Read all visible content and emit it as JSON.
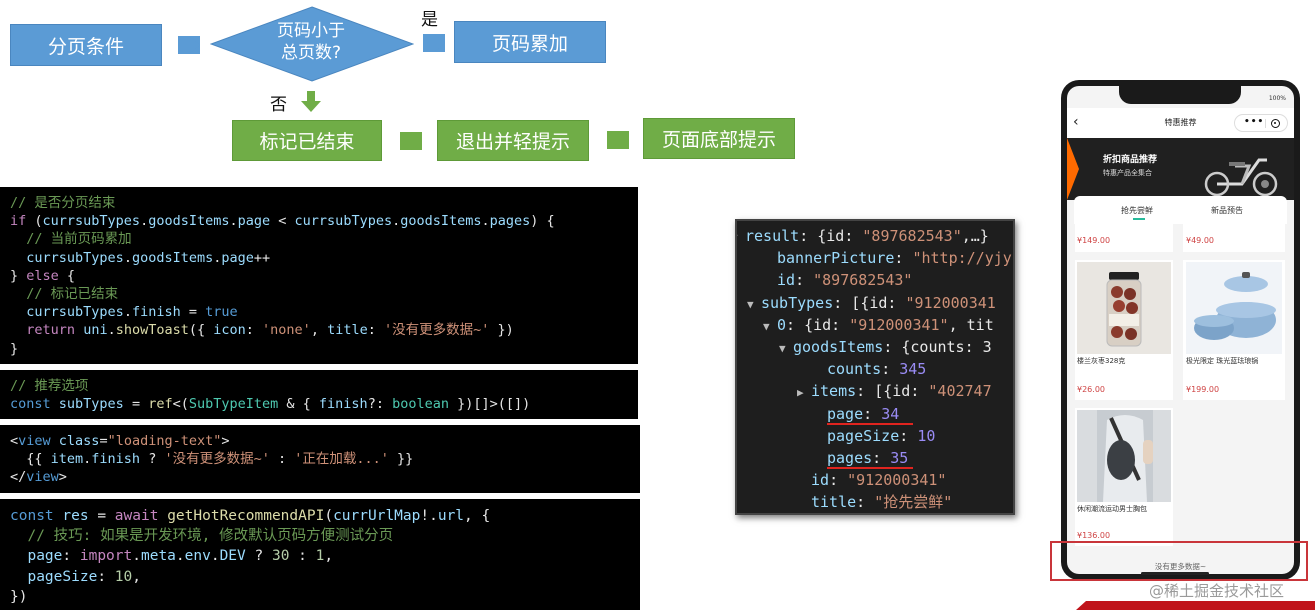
{
  "flowchart": {
    "start": "分页条件",
    "decision_line1": "页码小于",
    "decision_line2": "总页数?",
    "yes_label": "是",
    "no_label": "否",
    "increment": "页码累加",
    "mark_finished": "标记已结束",
    "exit_hint": "退出并轻提示",
    "bottom_hint": "页面底部提示",
    "colors": {
      "blue": "#5b9bd5",
      "green": "#70ad47"
    }
  },
  "code_blocks": [
    {
      "name": "pagination-logic",
      "lines": [
        [
          [
            "c-com",
            "// 是否分页结束"
          ]
        ],
        [
          [
            "c-kw",
            "if"
          ],
          [
            "c-plain",
            " ("
          ],
          [
            "c-var",
            "currsubTypes"
          ],
          [
            "c-plain",
            "."
          ],
          [
            "c-var",
            "goodsItems"
          ],
          [
            "c-plain",
            "."
          ],
          [
            "c-var",
            "page"
          ],
          [
            "c-plain",
            " < "
          ],
          [
            "c-var",
            "currsubTypes"
          ],
          [
            "c-plain",
            "."
          ],
          [
            "c-var",
            "goodsItems"
          ],
          [
            "c-plain",
            "."
          ],
          [
            "c-var",
            "pages"
          ],
          [
            "c-plain",
            ") {"
          ]
        ],
        [
          [
            "c-plain",
            "  "
          ],
          [
            "c-com",
            "// 当前页码累加"
          ]
        ],
        [
          [
            "c-plain",
            "  "
          ],
          [
            "c-var",
            "currsubTypes"
          ],
          [
            "c-plain",
            "."
          ],
          [
            "c-var",
            "goodsItems"
          ],
          [
            "c-plain",
            "."
          ],
          [
            "c-var",
            "page"
          ],
          [
            "c-plain",
            "++"
          ]
        ],
        [
          [
            "c-plain",
            "} "
          ],
          [
            "c-kw",
            "else"
          ],
          [
            "c-plain",
            " {"
          ]
        ],
        [
          [
            "c-plain",
            "  "
          ],
          [
            "c-com",
            "// 标记已结束"
          ]
        ],
        [
          [
            "c-plain",
            "  "
          ],
          [
            "c-var",
            "currsubTypes"
          ],
          [
            "c-plain",
            "."
          ],
          [
            "c-var",
            "finish"
          ],
          [
            "c-plain",
            " = "
          ],
          [
            "c-key",
            "true"
          ]
        ],
        [
          [
            "c-plain",
            "  "
          ],
          [
            "c-kw",
            "return"
          ],
          [
            "c-plain",
            " "
          ],
          [
            "c-var",
            "uni"
          ],
          [
            "c-plain",
            "."
          ],
          [
            "c-fn",
            "showToast"
          ],
          [
            "c-plain",
            "({ "
          ],
          [
            "c-var",
            "icon"
          ],
          [
            "c-plain",
            ": "
          ],
          [
            "c-str",
            "'none'"
          ],
          [
            "c-plain",
            ", "
          ],
          [
            "c-var",
            "title"
          ],
          [
            "c-plain",
            ": "
          ],
          [
            "c-str",
            "'没有更多数据~'"
          ],
          [
            "c-plain",
            " })"
          ]
        ],
        [
          [
            "c-plain",
            "}"
          ]
        ]
      ]
    },
    {
      "name": "subtypes-ref",
      "lines": [
        [
          [
            "c-com",
            "// 推荐选项"
          ]
        ],
        [
          [
            "c-key",
            "const"
          ],
          [
            "c-plain",
            " "
          ],
          [
            "c-var",
            "subTypes"
          ],
          [
            "c-plain",
            " = "
          ],
          [
            "c-fn",
            "ref"
          ],
          [
            "c-plain",
            "<("
          ],
          [
            "c-type",
            "SubTypeItem"
          ],
          [
            "c-plain",
            " & { "
          ],
          [
            "c-var",
            "finish"
          ],
          [
            "c-plain",
            "?: "
          ],
          [
            "c-type",
            "boolean"
          ],
          [
            "c-plain",
            " })[]>([])"
          ]
        ]
      ]
    },
    {
      "name": "loading-text-template",
      "lines": [
        [
          [
            "c-plain",
            "<"
          ],
          [
            "c-tag",
            "view"
          ],
          [
            "c-plain",
            " "
          ],
          [
            "c-attr",
            "class"
          ],
          [
            "c-plain",
            "="
          ],
          [
            "c-str",
            "\"loading-text\""
          ],
          [
            "c-plain",
            ">"
          ]
        ],
        [
          [
            "c-plain",
            "  {{ "
          ],
          [
            "c-var",
            "item"
          ],
          [
            "c-plain",
            "."
          ],
          [
            "c-var",
            "finish"
          ],
          [
            "c-plain",
            " ? "
          ],
          [
            "c-str",
            "'没有更多数据~'"
          ],
          [
            "c-plain",
            " : "
          ],
          [
            "c-str",
            "'正在加载...'"
          ],
          [
            "c-plain",
            " }}"
          ]
        ],
        [
          [
            "c-plain",
            "</"
          ],
          [
            "c-tag",
            "view"
          ],
          [
            "c-plain",
            ">"
          ]
        ]
      ]
    },
    {
      "name": "api-call",
      "lines": [
        [
          [
            "c-key",
            "const"
          ],
          [
            "c-plain",
            " "
          ],
          [
            "c-var",
            "res"
          ],
          [
            "c-plain",
            " = "
          ],
          [
            "c-kw",
            "await"
          ],
          [
            "c-plain",
            " "
          ],
          [
            "c-fn",
            "getHotRecommendAPI"
          ],
          [
            "c-plain",
            "("
          ],
          [
            "c-var",
            "currUrlMap"
          ],
          [
            "c-plain",
            "!."
          ],
          [
            "c-var",
            "url"
          ],
          [
            "c-plain",
            ", {"
          ]
        ],
        [
          [
            "c-plain",
            "  "
          ],
          [
            "c-com",
            "// 技巧: 如果是开发环境, 修改默认页码方便测试分页"
          ]
        ],
        [
          [
            "c-plain",
            "  "
          ],
          [
            "c-var",
            "page"
          ],
          [
            "c-plain",
            ": "
          ],
          [
            "c-kw",
            "import"
          ],
          [
            "c-plain",
            "."
          ],
          [
            "c-var",
            "meta"
          ],
          [
            "c-plain",
            "."
          ],
          [
            "c-var",
            "env"
          ],
          [
            "c-plain",
            "."
          ],
          [
            "c-var",
            "DEV"
          ],
          [
            "c-plain",
            " ? "
          ],
          [
            "c-num",
            "30"
          ],
          [
            "c-plain",
            " : "
          ],
          [
            "c-num",
            "1"
          ],
          [
            "c-plain",
            ","
          ]
        ],
        [
          [
            "c-plain",
            "  "
          ],
          [
            "c-var",
            "pageSize"
          ],
          [
            "c-plain",
            ": "
          ],
          [
            "c-num",
            "10"
          ],
          [
            "c-plain",
            ","
          ]
        ],
        [
          [
            "c-plain",
            "})"
          ]
        ]
      ]
    }
  ],
  "devtools": {
    "lines": [
      {
        "tri": "▼",
        "parts": [
          [
            "dt-key",
            "result"
          ],
          [
            "dt-punc",
            ": {id: "
          ],
          [
            "dt-str",
            "\"897682543\""
          ],
          [
            "dt-punc",
            ",…}"
          ]
        ]
      },
      {
        "tri": "",
        "parts": [
          [
            "dt-key",
            "bannerPicture"
          ],
          [
            "dt-punc",
            ": "
          ],
          [
            "dt-str",
            "\"http://yjy"
          ]
        ]
      },
      {
        "tri": "",
        "parts": [
          [
            "dt-key",
            "id"
          ],
          [
            "dt-punc",
            ": "
          ],
          [
            "dt-str",
            "\"897682543\""
          ]
        ]
      },
      {
        "tri": "▼",
        "parts": [
          [
            "dt-key",
            "subTypes"
          ],
          [
            "dt-punc",
            ": [{id: "
          ],
          [
            "dt-str",
            "\"912000341"
          ]
        ]
      },
      {
        "tri": "▼",
        "parts": [
          [
            "dt-key",
            "0"
          ],
          [
            "dt-punc",
            ": {id: "
          ],
          [
            "dt-str",
            "\"912000341\""
          ],
          [
            "dt-punc",
            ", tit"
          ]
        ]
      },
      {
        "tri": "▼",
        "parts": [
          [
            "dt-key",
            "goodsItems"
          ],
          [
            "dt-punc",
            ": {counts: 3"
          ]
        ]
      },
      {
        "tri": "",
        "parts": [
          [
            "dt-key",
            "counts"
          ],
          [
            "dt-punc",
            ": "
          ],
          [
            "dt-num",
            "345"
          ]
        ]
      },
      {
        "tri": "▶",
        "parts": [
          [
            "dt-key",
            "items"
          ],
          [
            "dt-punc",
            ": [{id: "
          ],
          [
            "dt-str",
            "\"402747"
          ]
        ]
      },
      {
        "tri": "",
        "parts": [
          [
            "dt-key",
            "page"
          ],
          [
            "dt-punc",
            ": "
          ],
          [
            "dt-num",
            "34"
          ]
        ]
      },
      {
        "tri": "",
        "parts": [
          [
            "dt-key",
            "pageSize"
          ],
          [
            "dt-punc",
            ": "
          ],
          [
            "dt-num",
            "10"
          ]
        ]
      },
      {
        "tri": "",
        "parts": [
          [
            "dt-key",
            "pages"
          ],
          [
            "dt-punc",
            ": "
          ],
          [
            "dt-num",
            "35"
          ]
        ]
      },
      {
        "tri": "",
        "parts": [
          [
            "dt-key",
            "id"
          ],
          [
            "dt-punc",
            ": "
          ],
          [
            "dt-str",
            "\"912000341\""
          ]
        ]
      },
      {
        "tri": "",
        "parts": [
          [
            "dt-key",
            "title"
          ],
          [
            "dt-punc",
            ": "
          ],
          [
            "dt-str",
            "\"抢先尝鲜\""
          ]
        ]
      }
    ]
  },
  "phone": {
    "battery": "100%",
    "nav_back": "‹",
    "nav_title": "特惠推荐",
    "capsule_dots": "•••",
    "banner_title": "折扣商品推荐",
    "banner_subtitle": "特惠产品全集合",
    "tabs": [
      "抢先尝鲜",
      "新品预告"
    ],
    "top_prices": [
      "¥149.00",
      "¥49.00"
    ],
    "products": [
      {
        "name": "楼兰灰枣328克",
        "price": "¥26.00"
      },
      {
        "name": "极光限定 珠光蓝珐琅锅",
        "price": "¥199.00"
      },
      {
        "name": "休闲潮流运动男士胸包",
        "price": "¥136.00"
      }
    ],
    "loading_text": "没有更多数据~"
  },
  "watermark": "@稀土掘金技术社区"
}
